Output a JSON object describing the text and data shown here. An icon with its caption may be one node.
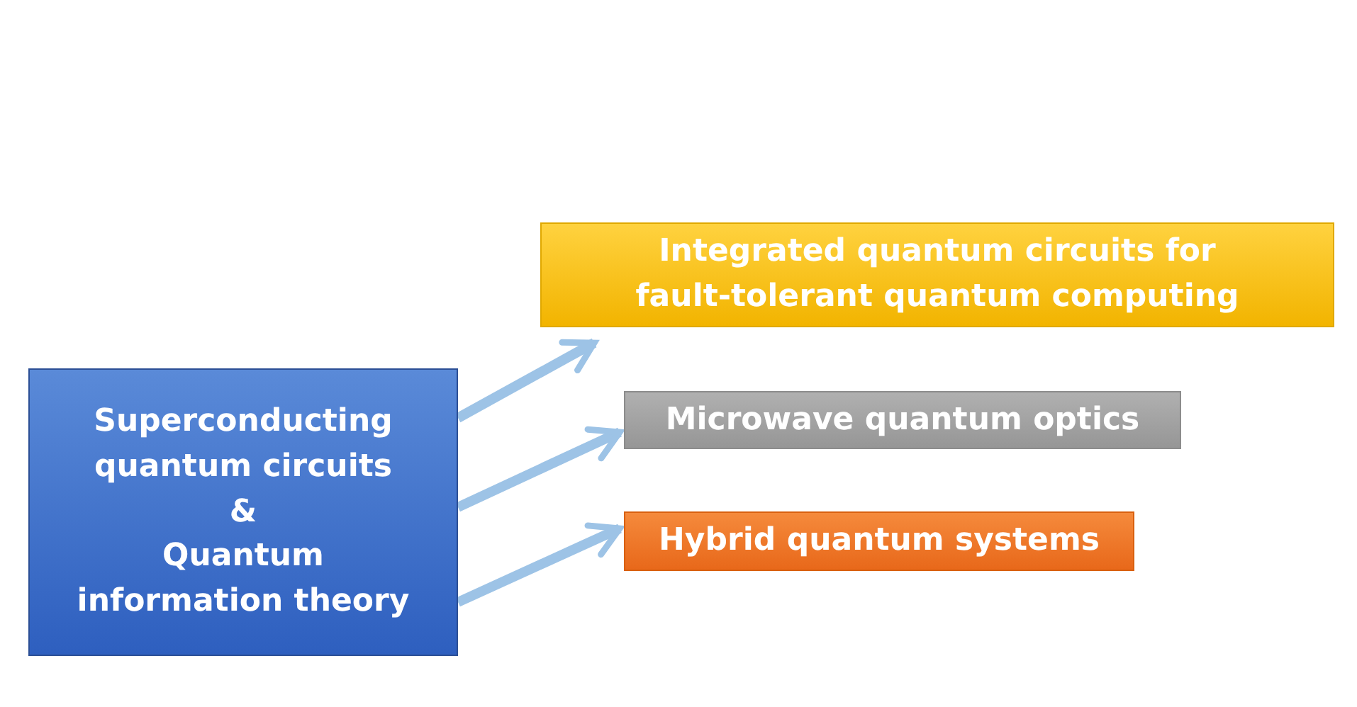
{
  "diagram": {
    "nodes": [
      {
        "text": [
          "Superconducting quantum circuits",
          "&",
          "Quantum information theory"
        ]
      },
      {
        "text": [
          "Integrated quantum circuits for fault-tolerant quantum computing"
        ]
      },
      {
        "text": [
          "Microwave quantum optics"
        ]
      },
      {
        "text": [
          "Hybrid quantum systems"
        ]
      }
    ],
    "edges": [
      {
        "from": 0,
        "to": 1,
        "arrow": "to"
      },
      {
        "from": 0,
        "to": 2,
        "arrow": "to"
      },
      {
        "from": 0,
        "to": 3,
        "arrow": "to"
      }
    ]
  }
}
